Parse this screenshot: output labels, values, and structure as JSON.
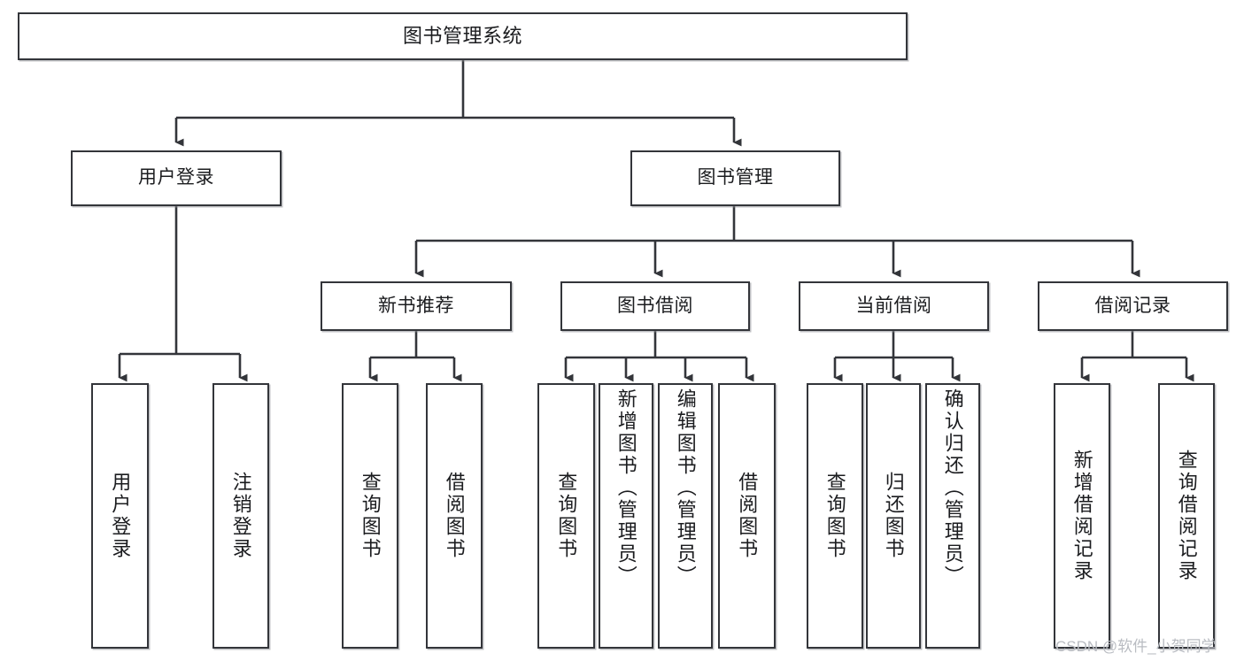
{
  "diagram": {
    "type": "tree-hierarchy",
    "title": "图书管理系统",
    "nodes": {
      "root": {
        "label": "图书管理系统"
      },
      "level2": [
        {
          "id": "user-login",
          "label": "用户登录"
        },
        {
          "id": "book-manage",
          "label": "图书管理"
        }
      ],
      "level3": [
        {
          "id": "new-book-recommend",
          "label": "新书推荐"
        },
        {
          "id": "book-borrow",
          "label": "图书借阅"
        },
        {
          "id": "current-borrow",
          "label": "当前借阅"
        },
        {
          "id": "borrow-record",
          "label": "借阅记录"
        }
      ],
      "leaves": {
        "user-login": [
          {
            "id": "leaf-user-login",
            "label": "用户登录"
          },
          {
            "id": "leaf-logout",
            "label": "注销登录"
          }
        ],
        "new-book-recommend": [
          {
            "id": "leaf-query-book-1",
            "label": "查询图书"
          },
          {
            "id": "leaf-borrow-book-1",
            "label": "借阅图书"
          }
        ],
        "book-borrow": [
          {
            "id": "leaf-query-book-2",
            "label": "查询图书"
          },
          {
            "id": "leaf-add-book",
            "label": "新增图书（管理员）"
          },
          {
            "id": "leaf-edit-book",
            "label": "编辑图书（管理员）"
          },
          {
            "id": "leaf-borrow-book-2",
            "label": "借阅图书"
          }
        ],
        "current-borrow": [
          {
            "id": "leaf-query-book-3",
            "label": "查询图书"
          },
          {
            "id": "leaf-return-book",
            "label": "归还图书"
          },
          {
            "id": "leaf-confirm-return",
            "label": "确认归还（管理员）"
          }
        ],
        "borrow-record": [
          {
            "id": "leaf-add-record",
            "label": "新增借阅记录"
          },
          {
            "id": "leaf-query-record",
            "label": "查询借阅记录"
          }
        ]
      }
    },
    "colors": {
      "box_border": "#33353a",
      "box_fill": "#ffffff",
      "edge": "#33353a",
      "text": "#1b1c1f",
      "watermark": "#b9bcc2",
      "background": "#ffffff"
    }
  },
  "watermark": {
    "text": "CSDN @软件_小贺同学"
  }
}
